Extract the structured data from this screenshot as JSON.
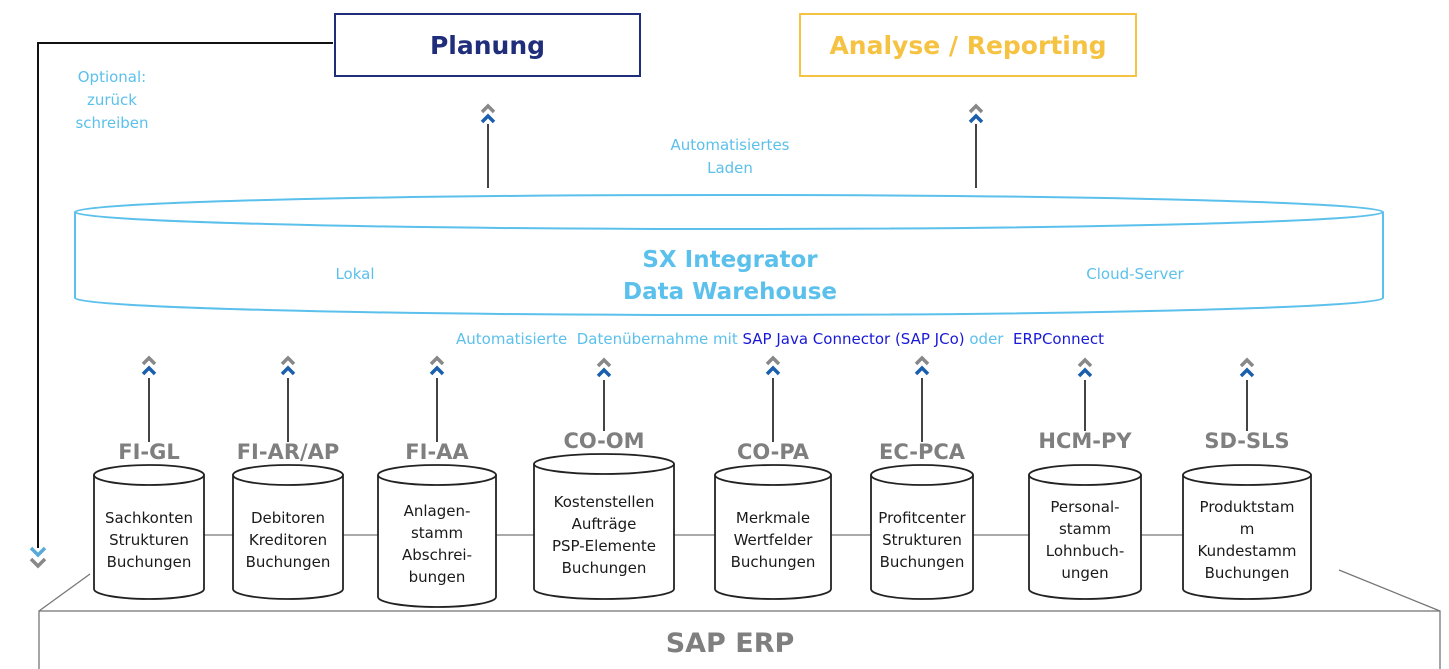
{
  "planung": {
    "label": "Planung",
    "color": "#1f2d7a"
  },
  "analyse": {
    "label": "Analyse / Reporting",
    "color": "#f5c242"
  },
  "writeback": {
    "line1": "Optional:",
    "line2": "zurück",
    "line3": "schreiben"
  },
  "auto_load": {
    "line1": "Automatisiertes",
    "line2": "Laden"
  },
  "warehouse": {
    "title1": "SX Integrator",
    "title2": "Data Warehouse",
    "left": "Lokal",
    "right": "Cloud-Server",
    "color": "#5bc0eb"
  },
  "transfer": {
    "part1": "Automatisierte  Datenübernahme mit ",
    "part2": "SAP Java Connector (SAP JCo)",
    "part3": " oder  ",
    "part4": "ERPConnect",
    "link_color": "#1a1ad6"
  },
  "modules": [
    {
      "code": "FI-GL",
      "lines": [
        "Sachkonten",
        "Strukturen",
        "Buchungen"
      ]
    },
    {
      "code": "FI-AR/AP",
      "lines": [
        "Debitoren",
        "Kreditoren",
        "Buchungen"
      ]
    },
    {
      "code": "FI-AA",
      "lines": [
        "Anlagen-",
        "stamm",
        "Abschrei-",
        "bungen"
      ]
    },
    {
      "code": "CO-OM",
      "lines": [
        "Kostenstellen",
        "Aufträge",
        "PSP-Elemente",
        "Buchungen"
      ]
    },
    {
      "code": "CO-PA",
      "lines": [
        "Merkmale",
        "Wertfelder",
        "Buchungen"
      ]
    },
    {
      "code": "EC-PCA",
      "lines": [
        "Profitcenter",
        "Strukturen",
        "Buchungen"
      ]
    },
    {
      "code": "HCM-PY",
      "lines": [
        "Personal-",
        "stamm",
        "Lohnbuch-",
        "ungen"
      ]
    },
    {
      "code": "SD-SLS",
      "lines": [
        "Produktstam",
        "m",
        "Kundestamm",
        "Buchungen"
      ]
    }
  ],
  "erp": {
    "label": "SAP ERP"
  }
}
